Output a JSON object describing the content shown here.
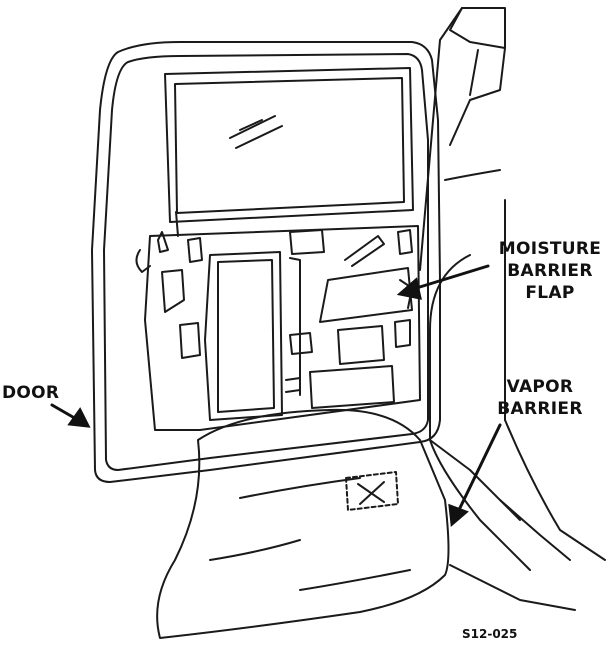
{
  "labels": {
    "moisture_barrier_flap": [
      "MOISTURE",
      "BARRIER",
      "FLAP"
    ],
    "door": "DOOR",
    "vapor_barrier": [
      "VAPOR",
      "BARRIER"
    ]
  },
  "figure_id": "S12-025",
  "colors": {
    "ink": "#1a1a1a",
    "paper": "#ffffff"
  }
}
